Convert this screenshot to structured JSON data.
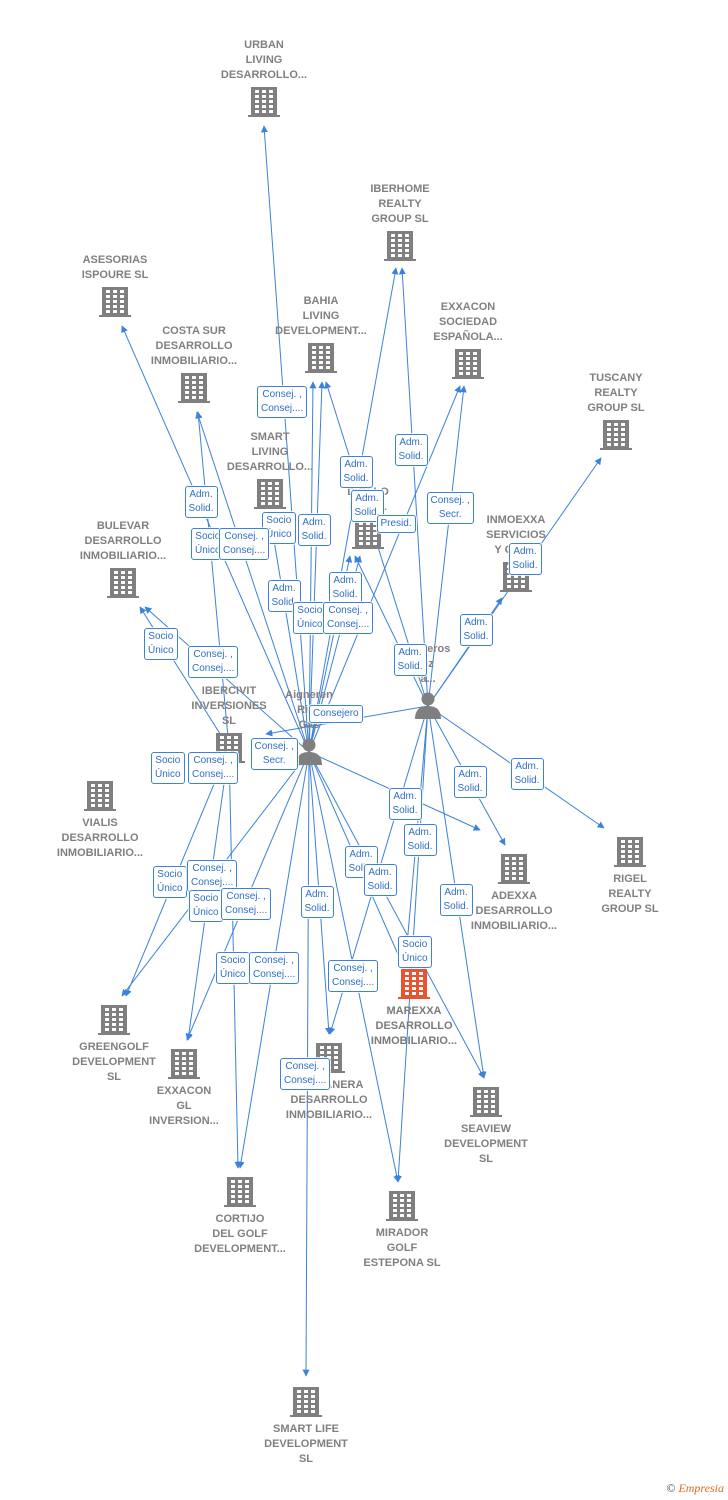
{
  "colors": {
    "edge": "#3b82d8",
    "company": "#7f7f7f",
    "focus": "#e8542f",
    "person": "#7f7f7f",
    "label": "#808080"
  },
  "companies": [
    {
      "id": "urban",
      "lines": [
        "URBAN",
        "LIVING",
        "DESARROLLO..."
      ]
    },
    {
      "id": "iberhome",
      "lines": [
        "IBERHOME",
        "REALTY",
        "GROUP  SL"
      ]
    },
    {
      "id": "asesorias",
      "lines": [
        "ASESORIAS",
        "ISPOURE  SL"
      ]
    },
    {
      "id": "bahia",
      "lines": [
        "BAHIA",
        "LIVING",
        "DEVELOPMENT..."
      ]
    },
    {
      "id": "exxacon_soc",
      "lines": [
        "EXXACON",
        "SOCIEDAD",
        "ESPAÑOLA..."
      ]
    },
    {
      "id": "costa",
      "lines": [
        "COSTA SUR",
        "DESARROLLO",
        "INMOBILIARIO..."
      ]
    },
    {
      "id": "tuscany",
      "lines": [
        "TUSCANY",
        "REALTY",
        "GROUP  SL"
      ]
    },
    {
      "id": "smart_living",
      "lines": [
        "SMART",
        "LIVING",
        "DESARROLLO..."
      ]
    },
    {
      "id": "d_inm",
      "lines": [
        "D    OLLO",
        "INM       SL"
      ]
    },
    {
      "id": "inmoexxa",
      "lines": [
        "INMOEXXA",
        "SERVICIOS",
        "Y GES       L"
      ]
    },
    {
      "id": "bulevar",
      "lines": [
        "BULEVAR",
        "DESARROLLO",
        "INMOBILIARIO..."
      ]
    },
    {
      "id": "ibercivit",
      "lines": [
        "IBERCIVIT",
        "INVERSIONES",
        "SL"
      ]
    },
    {
      "id": "vialis",
      "lines": [
        "VIALIS",
        "DESARROLLO",
        "INMOBILIARIO..."
      ]
    },
    {
      "id": "rigel",
      "lines": [
        "RIGEL",
        "REALTY",
        "GROUP  SL"
      ]
    },
    {
      "id": "adexxa",
      "lines": [
        "ADEXXA",
        "DESARROLLO",
        "INMOBILIARIO..."
      ]
    },
    {
      "id": "marexxa",
      "lines": [
        "MAREXXA",
        "DESARROLLO",
        "INMOBILIARIO..."
      ]
    },
    {
      "id": "greengolf",
      "lines": [
        "GREENGOLF",
        "DEVELOPMENT",
        "SL"
      ]
    },
    {
      "id": "exxacon_gl",
      "lines": [
        "EXXACON",
        "GL",
        "INVERSION..."
      ]
    },
    {
      "id": "costanera",
      "lines": [
        "COSTANERA",
        "DESARROLLO",
        "INMOBILIARIO..."
      ]
    },
    {
      "id": "seaview",
      "lines": [
        "SEAVIEW",
        "DEVELOPMENT",
        "SL"
      ]
    },
    {
      "id": "cortijo",
      "lines": [
        "CORTIJO",
        "DEL GOLF",
        "DEVELOPMENT..."
      ]
    },
    {
      "id": "mirador",
      "lines": [
        "MIRADOR",
        "GOLF",
        "ESTEPONA  SL"
      ]
    },
    {
      "id": "smart_life",
      "lines": [
        "SMART LIFE",
        "DEVELOPMENT",
        "SL"
      ]
    }
  ],
  "persons": [
    {
      "id": "aigneren",
      "lines": [
        "Aigneren",
        "Rios",
        "Gas"
      ]
    },
    {
      "id": "cuberos",
      "lines": [
        "Cuberos",
        "ez",
        "a..."
      ]
    }
  ],
  "relations": [
    {
      "id": "r1",
      "text": "Consej. ,\nConsej...."
    },
    {
      "id": "r2",
      "text": "Adm.\nSolid."
    },
    {
      "id": "r3",
      "text": "Adm.\nSolid."
    },
    {
      "id": "r4",
      "text": "Adm.\nSolid."
    },
    {
      "id": "r5",
      "text": "Consej. ,\nSecr."
    },
    {
      "id": "r6",
      "text": "Adm.\nSolid."
    },
    {
      "id": "r7",
      "text": "Presid."
    },
    {
      "id": "r8",
      "text": "Socio\nÚnico"
    },
    {
      "id": "r9",
      "text": "Adm.\nSolid."
    },
    {
      "id": "r10",
      "text": "Socio\nÚnico"
    },
    {
      "id": "r11",
      "text": "Consej. ,\nConsej...."
    },
    {
      "id": "r12",
      "text": "Adm.\nSolid."
    },
    {
      "id": "r13",
      "text": "Adm.\nSolid."
    },
    {
      "id": "r14",
      "text": "Adm.\nSolid."
    },
    {
      "id": "r15",
      "text": "Socio\nÚnico"
    },
    {
      "id": "r16",
      "text": "Consej. ,\nConsej...."
    },
    {
      "id": "r17",
      "text": "Adm.\nSolid."
    },
    {
      "id": "r18",
      "text": "Socio\nÚnico"
    },
    {
      "id": "r19",
      "text": "Consej. ,\nConsej...."
    },
    {
      "id": "r20",
      "text": "Adm.\nSolid."
    },
    {
      "id": "r21",
      "text": "Consejero"
    },
    {
      "id": "r22",
      "text": "Socio\nÚnico"
    },
    {
      "id": "r23",
      "text": "Consej. ,\nConsej...."
    },
    {
      "id": "r24",
      "text": "Consej. ,\nSecr."
    },
    {
      "id": "r25",
      "text": "Adm.\nSolid."
    },
    {
      "id": "r26",
      "text": "Adm.\nSolid."
    },
    {
      "id": "r27",
      "text": "Adm.\nSolid."
    },
    {
      "id": "r28",
      "text": "Adm.\nSolid."
    },
    {
      "id": "r29",
      "text": "Adm.\nSolid."
    },
    {
      "id": "r30",
      "text": "Socio\nÚnico"
    },
    {
      "id": "r31",
      "text": "Consej. ,\nConsej...."
    },
    {
      "id": "r32",
      "text": "Adm.\nSolid."
    },
    {
      "id": "r33",
      "text": "Socio\nÚnico"
    },
    {
      "id": "r34",
      "text": "Consej. ,\nConsej...."
    },
    {
      "id": "r35",
      "text": "Adm.\nSolid."
    },
    {
      "id": "r36",
      "text": "Adm.\nSolid."
    },
    {
      "id": "r37",
      "text": "Socio\nÚnico"
    },
    {
      "id": "r38",
      "text": "Socio\nÚnico"
    },
    {
      "id": "r39",
      "text": "Consej. ,\nConsej...."
    },
    {
      "id": "r40",
      "text": "Consej. ,\nConsej...."
    },
    {
      "id": "r41",
      "text": "Consej. ,\nConsej...."
    }
  ],
  "footer": {
    "copyright": "©",
    "brand": "Empresia"
  }
}
